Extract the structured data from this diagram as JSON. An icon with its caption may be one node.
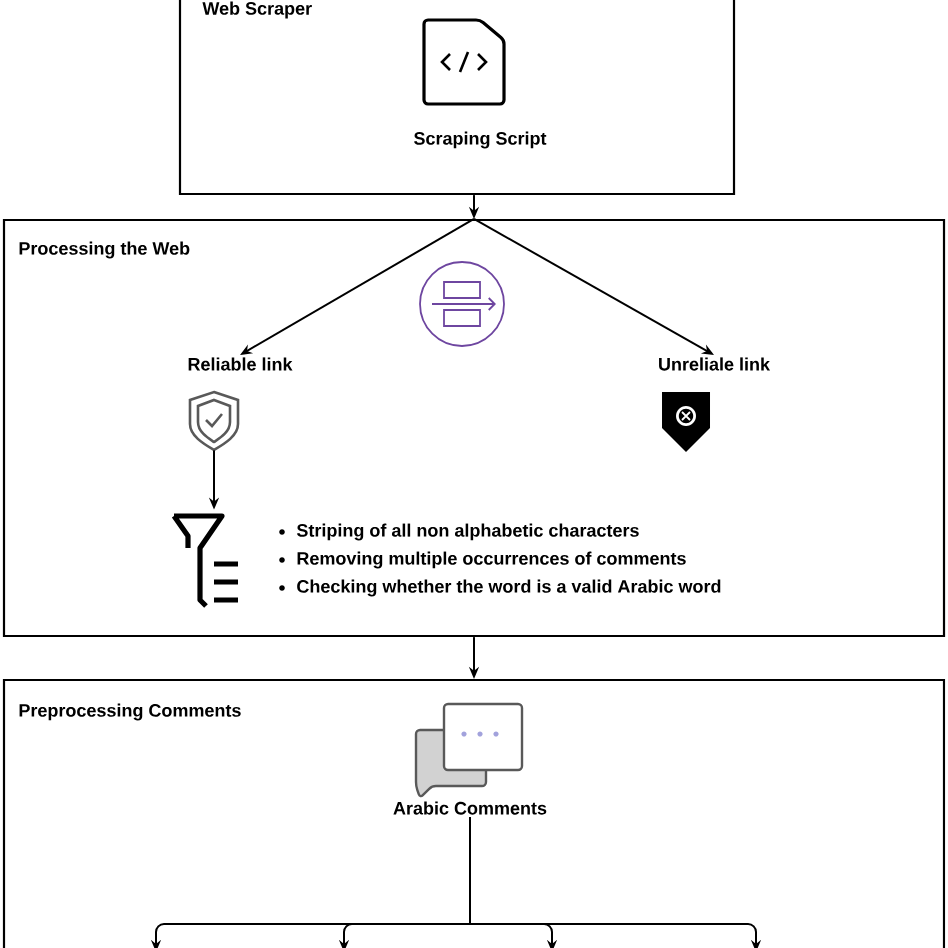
{
  "diagram": {
    "nodes": [
      {
        "text": [
          "Web Scraper"
        ]
      },
      {
        "text": [
          "Scraping Script"
        ],
        "in": 0
      },
      {
        "text": [
          "Processing the Web"
        ]
      },
      {
        "text": [
          "Reliable link"
        ],
        "in": 2
      },
      {
        "text": [
          "Unreliale link"
        ],
        "in": 2
      },
      {
        "text": [],
        "shape": "shield",
        "in": 2
      },
      {
        "text": [],
        "shape": "funnel",
        "in": 2,
        "beside": [
          "Striping of all non alphabetic characters",
          "Removing multiple occurrences of comments",
          "Checking whether the word is a valid Arabic word"
        ]
      },
      {
        "text": [
          "Preprocessing Comments"
        ]
      },
      {
        "text": [
          "Arabic Comments"
        ],
        "in": 7
      }
    ],
    "edges": [
      {
        "from": 0,
        "to": 2,
        "arrow": "to"
      },
      {
        "from": 2,
        "to": 3,
        "arrow": "to"
      },
      {
        "from": 2,
        "to": 4,
        "arrow": "to"
      },
      {
        "from": 5,
        "to": 6,
        "arrow": "to"
      },
      {
        "from": 2,
        "to": 7,
        "arrow": "to"
      },
      {
        "from": 8,
        "to": null,
        "arrow": "to"
      },
      {
        "from": 8,
        "to": null,
        "arrow": "to"
      },
      {
        "from": 8,
        "to": null,
        "arrow": "to"
      },
      {
        "from": 8,
        "to": null,
        "arrow": "to"
      }
    ]
  }
}
